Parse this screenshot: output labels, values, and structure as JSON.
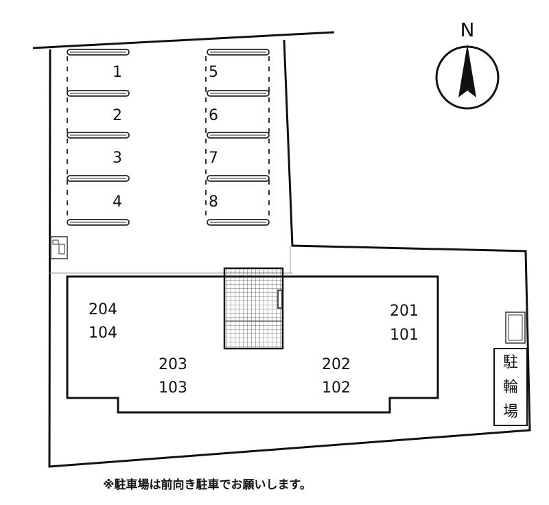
{
  "compass": {
    "north_label": "N",
    "icon": "north-arrow-icon"
  },
  "parking": {
    "left_numbers": [
      "1",
      "2",
      "3",
      "4"
    ],
    "right_numbers": [
      "5",
      "6",
      "7",
      "8"
    ]
  },
  "units": [
    {
      "upper": "204",
      "lower": "104"
    },
    {
      "upper": "203",
      "lower": "103"
    },
    {
      "upper": "202",
      "lower": "102"
    },
    {
      "upper": "201",
      "lower": "101"
    }
  ],
  "bicycle_parking": {
    "chars": [
      "駐",
      "輪",
      "場"
    ]
  },
  "note": "※駐車場は前向き駐車でお願いします。"
}
